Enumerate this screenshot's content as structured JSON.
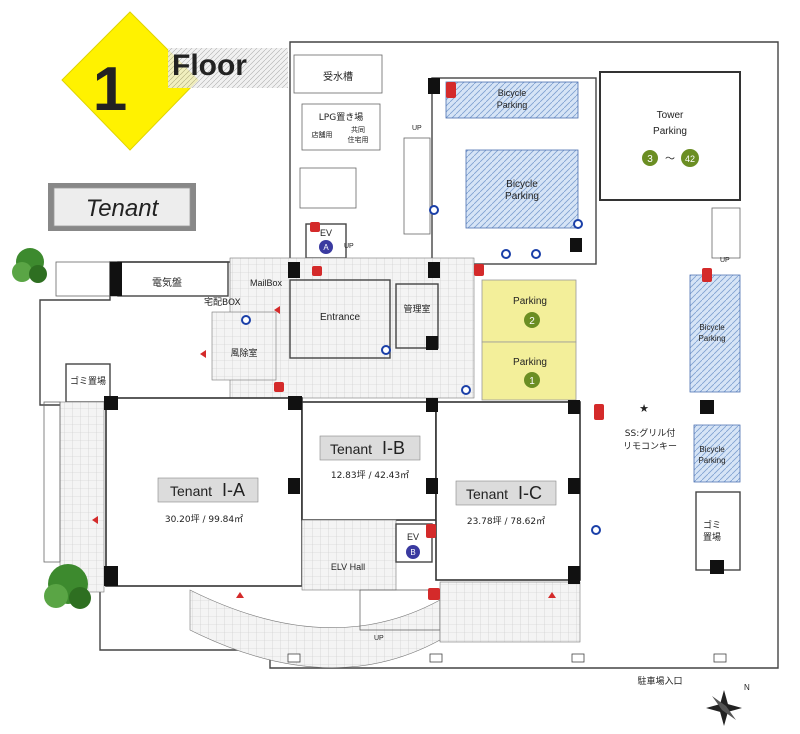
{
  "header": {
    "floor_number": "1",
    "floor_word": "Floor",
    "section_tag": "Tenant"
  },
  "labels": {
    "water_tank": "受水槽",
    "lpg": "LPG置き場",
    "lpg_store": "店舗用",
    "lpg_shared_line1": "共同",
    "lpg_shared_line2": "住宅用",
    "electric_panel": "電気盤",
    "mailbox": "MailBox",
    "delivery_box": "宅配BOX",
    "entrance": "Entrance",
    "manager_room": "管理室",
    "windbreak_room": "風除室",
    "garbage_left": "ゴミ置場",
    "garbage_right_line1": "ゴミ",
    "garbage_right_line2": "置場",
    "ev": "EV",
    "ev_a": "A",
    "ev_b": "B",
    "up": "UP",
    "elv_hall": "ELV Hall",
    "parking_entrance": "駐車場入口",
    "ss_line1": "SS:グリル付",
    "ss_line2": "リモコンキー",
    "north": "N"
  },
  "bicycle_parking": {
    "line1": "Bicycle",
    "line2": "Parking"
  },
  "tower_parking": {
    "line1": "Tower",
    "line2": "Parking",
    "range_start": "3",
    "range_sep": "～",
    "range_end": "42"
  },
  "parking_spaces": [
    {
      "label": "Parking",
      "number": "2"
    },
    {
      "label": "Parking",
      "number": "1"
    }
  ],
  "tenants": [
    {
      "prefix": "Tenant",
      "id": "I-A",
      "area": "30.20坪 / 99.84㎡"
    },
    {
      "prefix": "Tenant",
      "id": "I-B",
      "area": "12.83坪 / 42.43㎡"
    },
    {
      "prefix": "Tenant",
      "id": "I-C",
      "area": "23.78坪 / 78.62㎡"
    }
  ],
  "colors": {
    "diamond_yellow": "#fff200",
    "parking_yellow": "#f3ef9a",
    "bike_blue": "#cfe0f5",
    "tree_green": "#3d8a2e",
    "badge_green": "#6b8e23",
    "ev_badge": "#3a3aa0",
    "fire_red": "#d42a2a"
  }
}
